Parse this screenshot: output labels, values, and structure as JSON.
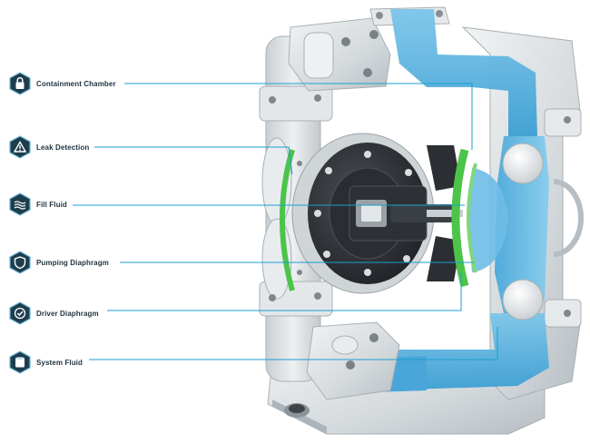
{
  "callouts": [
    {
      "id": "containment",
      "label": "Containment Chamber",
      "icon": "lock-icon"
    },
    {
      "id": "leak",
      "label": "Leak Detection",
      "icon": "warning-icon"
    },
    {
      "id": "fill",
      "label": "Fill Fluid",
      "icon": "waves-icon"
    },
    {
      "id": "pumping",
      "label": "Pumping Diaphragm",
      "icon": "shield-icon"
    },
    {
      "id": "driver",
      "label": "Driver Diaphragm",
      "icon": "check-shield-icon"
    },
    {
      "id": "system",
      "label": "System Fluid",
      "icon": "cylinder-icon"
    }
  ],
  "colors": {
    "icon_fill": "#1e3d4d",
    "icon_border": "#6fb8d6",
    "leader_line": "#1b9fd0",
    "label_text": "#1f3340",
    "fluid_blue": "#5fb5e0",
    "diaphragm_green": "#4cc44a",
    "housing_gray": "#d9dde0",
    "dark_plastic": "#2b2f33"
  }
}
